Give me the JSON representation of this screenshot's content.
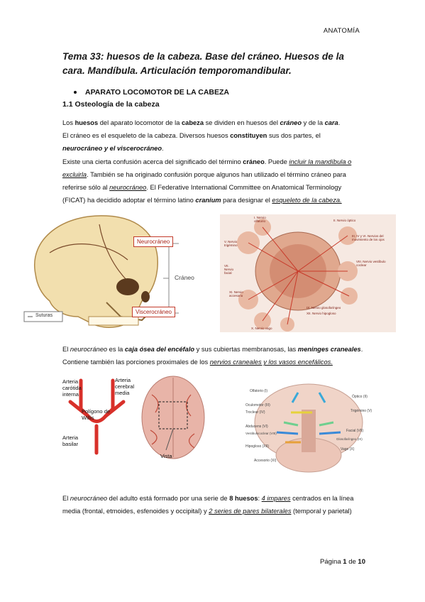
{
  "header": {
    "section": "ANATOMÍA"
  },
  "title": "Tema 33: huesos de la cabeza. Base del cráneo. Huesos de la cara. Mandíbula. Articulación temporomandibular.",
  "bullet": "APARATO LOCOMOTOR DE LA CABEZA",
  "subtitle": "1.1 Osteología de la cabeza",
  "p1": {
    "a": "Los ",
    "b": "huesos",
    "c": " del aparato locomotor de la ",
    "d": "cabeza",
    "e": " se dividen en huesos del ",
    "f": "cráneo",
    "g": " y de la ",
    "h": "cara",
    "i": ".",
    "j": "El cráneo es el esqueleto de la cabeza. Diversos huesos ",
    "k": "constituyen",
    "l": " sus dos partes, el ",
    "m": "neurocráneo y el viscerocráneo",
    "n": ".",
    "o": "Existe una cierta confusión acerca del significado del término ",
    "p": "cráneo",
    "q": ". Puede ",
    "r": "incluir la mandíbula o excluirla",
    "s": ". También se ha originado confusión porque algunos han utilizado el término cráneo para referirse sólo al ",
    "t": "neurocráneo",
    "u": ". El Federative International Committee on Anatomical Terminology (FICAT) ha decidido adoptar el término latino ",
    "v": "cranium",
    "w": " para designar el ",
    "x": "esqueleto de la cabeza."
  },
  "fig1": {
    "neuro": "Neurocráneo",
    "visc": "Viscerocráneo",
    "craneo": "Cráneo",
    "suturas": "Suturas"
  },
  "fig2": {
    "labels": [
      "I. Nervio olfatorio",
      "II. Nervio óptico",
      "III, IV y VI. Nervios del movimiento de los ojos",
      "V. Nervio trigémino",
      "VII. Nervio facial",
      "VIII. Nervio vestíbulo coclear",
      "XI. Nervio accesorio",
      "IX. Nervio glosofaríngeo",
      "XII. Nervio hipogloso",
      "X. Nervio vago"
    ]
  },
  "p2": {
    "a": "El ",
    "b": "neurocráneo",
    "c": " es la ",
    "d": "caja ósea del encéfalo",
    "e": " y sus cubiertas membranosas, las ",
    "f": "meninges craneales",
    "g": ". Contiene también las porciones proximales de los ",
    "h": "nervios craneales y los vasos encefálicos."
  },
  "fig3": {
    "carotida": "Arteria carótida interna",
    "cerebral": "Arteria cerebral media",
    "poligono": "Polígono de Willis",
    "basilar": "Arteria basilar",
    "vista": "Vista"
  },
  "fig4": {
    "labels": [
      "Olfatorio (I)",
      "Óptico (II)",
      "Oculomotor (III)",
      "Troclear (IV)",
      "Trigémino (V)",
      "Abducens (VI)",
      "Facial (VII)",
      "Vestibulococlear (VIII)",
      "Glosofaríngeo (IX)",
      "Hipogloso (XII)",
      "Vago (X)",
      "Accesorio (XI)"
    ]
  },
  "p3": {
    "a": "El ",
    "b": "neurocráneo",
    "c": " del adulto está formado por una serie de ",
    "d": "8 huesos",
    "e": ": ",
    "f": "4 impares",
    "g": " centrados en la línea media (frontal, etmoides, esfenoides y occipital) y ",
    "h": "2 series de pares bilaterales",
    "i": " (temporal y parietal)"
  },
  "footer": {
    "page_label": "Página",
    "page": "1",
    "of": "de",
    "total": "10"
  }
}
